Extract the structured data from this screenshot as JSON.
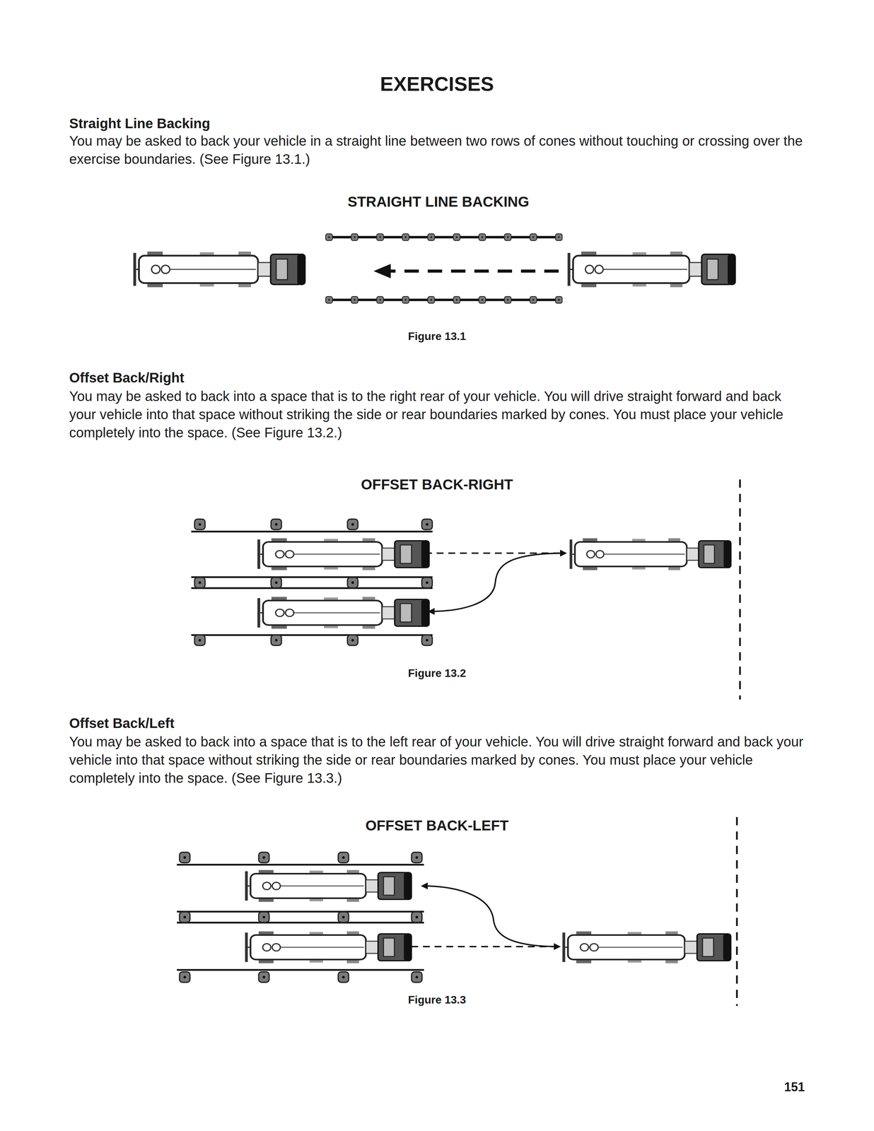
{
  "diagram": {
    "title": "EXERCISES",
    "labels": [
      "Straight Line Backing",
      "You may be asked to back your vehicle in a straight line between two rows of cones without touching or crossing over the exercise boundaries. (See Figure 13.1.)",
      "STRAIGHT LINE BACKING",
      "Figure 13.1",
      "Offset Back/Right",
      "You may be asked to back into a space that is to the right rear of your vehicle. You will drive straight forward and back your vehicle into that space without striking the side or rear boundaries marked by cones. You must place your vehicle completely into the space. (See Figure 13.2.)",
      "OFFSET BACK-RIGHT",
      "Figure 13.2",
      "Offset Back/Left",
      "You may be asked to back into a space that is to the left rear of your vehicle. You will drive straight forward and back your vehicle into that space without striking the side or rear boundaries marked by cones. You must place your vehicle completely into the space. (See Figure 13.3.)",
      "OFFSET BACK-LEFT",
      "Figure 13.3",
      "151"
    ]
  }
}
